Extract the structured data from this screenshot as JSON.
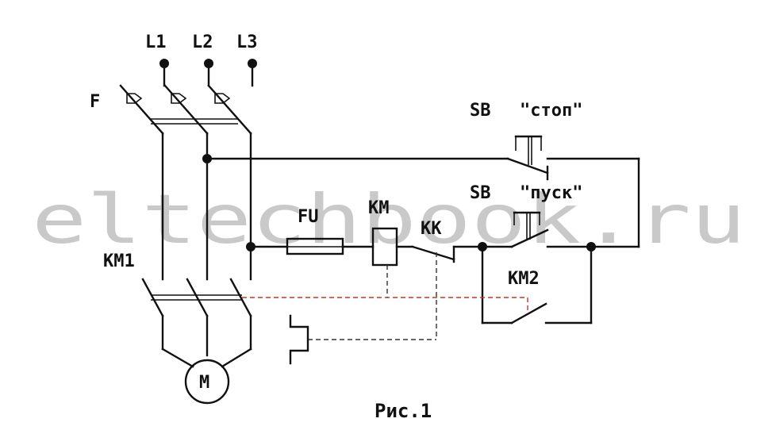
{
  "watermark": "eltechbook.ru",
  "labels": {
    "l1": "L1",
    "l2": "L2",
    "l3": "L3",
    "f": "F",
    "sb_stop_prefix": "SB",
    "sb_stop_name": "\"стоп\"",
    "sb_start_prefix": "SB",
    "sb_start_name": "\"пуск\"",
    "fu": "FU",
    "km": "KM",
    "kk": "KK",
    "km1": "KM1",
    "km2": "KM2",
    "motor": "M",
    "caption": "Рис.1"
  }
}
